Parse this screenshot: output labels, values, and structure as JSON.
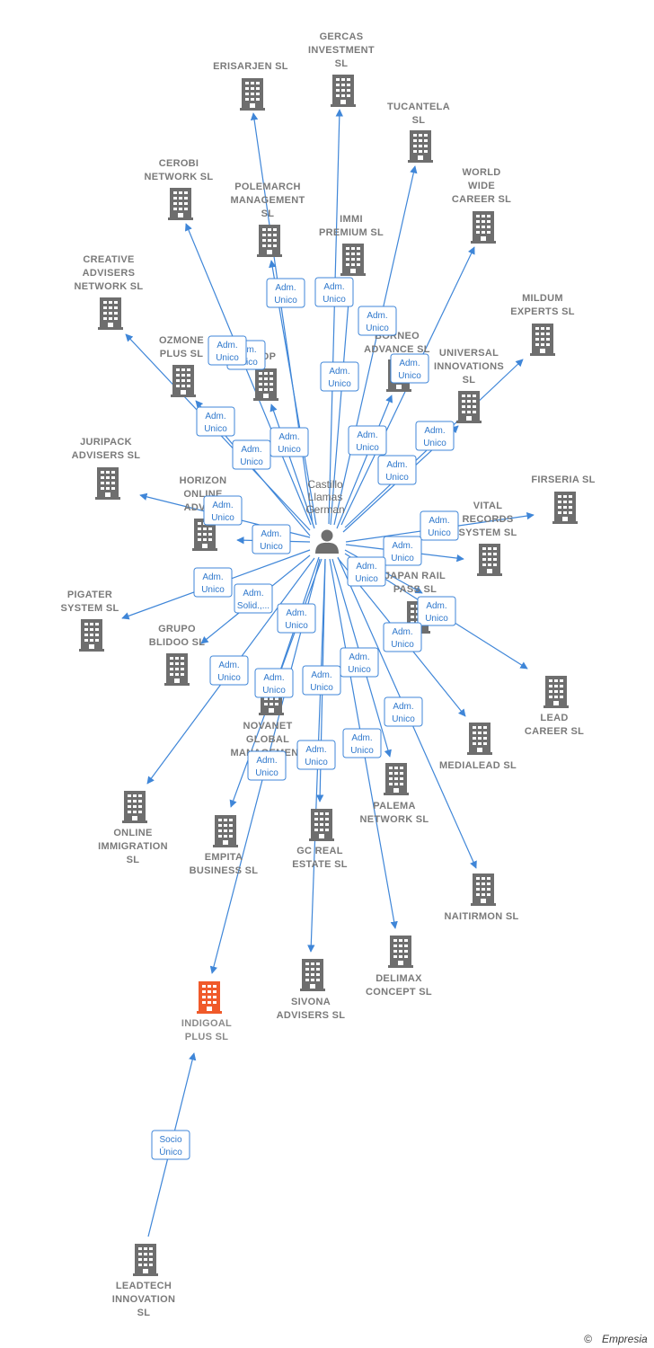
{
  "colors": {
    "edge": "#3f86d8",
    "building": "#6e6e6e",
    "building_highlight": "#f05a2a",
    "person": "#6e6e6e",
    "label": "#7a7a7a"
  },
  "icons": {
    "company": "building-icon",
    "person": "person-icon",
    "copyright": "copyright-icon"
  },
  "person": {
    "name_lines": [
      "Castillo",
      "Llamas",
      "German"
    ]
  },
  "companies": [
    {
      "id": "erisarjen",
      "label_lines": [
        "ERISARJEN  SL"
      ],
      "role_lines": [
        "Adm.",
        "Unico"
      ]
    },
    {
      "id": "gercas",
      "label_lines": [
        "GERCAS",
        "INVESTMENT",
        "SL"
      ],
      "role_lines": [
        "Adm.",
        "Unico"
      ]
    },
    {
      "id": "tucantela",
      "label_lines": [
        "TUCANTELA",
        "SL"
      ],
      "role_lines": [
        "Adm.",
        "Unico"
      ]
    },
    {
      "id": "cerobi",
      "label_lines": [
        "CEROBI",
        "NETWORK  SL"
      ],
      "role_lines": [
        "Adm.",
        "Unico"
      ]
    },
    {
      "id": "polemarch",
      "label_lines": [
        "POLEMARCH",
        "MANAGEMENT",
        "SL"
      ],
      "role_lines": [
        "Adm.",
        "Unico"
      ]
    },
    {
      "id": "immi",
      "label_lines": [
        "IMMI",
        "PREMIUM  SL"
      ],
      "role_lines": [
        "Adm.",
        "Unico"
      ]
    },
    {
      "id": "worldwide",
      "label_lines": [
        "WORLD",
        "WIDE",
        "CAREER  SL"
      ],
      "role_lines": [
        "Adm.",
        "Unico"
      ]
    },
    {
      "id": "creative",
      "label_lines": [
        "CREATIVE",
        "ADVISERS",
        "NETWORK  SL"
      ],
      "role_lines": [
        "Adm.",
        "Unico"
      ]
    },
    {
      "id": "mildum",
      "label_lines": [
        "MILDUM",
        "EXPERTS  SL"
      ],
      "role_lines": [
        "Adm.",
        "Unico"
      ]
    },
    {
      "id": "ozmone",
      "label_lines": [
        "OZMONE",
        "PLUS  SL"
      ],
      "role_lines": [
        "Adm.",
        "Unico"
      ]
    },
    {
      "id": "op_hidden",
      "label_lines": [
        "OP"
      ],
      "role_lines": [
        "Adm.",
        "Unico"
      ]
    },
    {
      "id": "borneo",
      "label_lines": [
        "BORNEO",
        "ADVANCE  SL"
      ],
      "role_lines": [
        "Adm.",
        "Unico"
      ]
    },
    {
      "id": "universal",
      "label_lines": [
        "UNIVERSAL",
        "INNOVATIONS",
        "SL"
      ],
      "role_lines": [
        "Adm.",
        "Unico"
      ]
    },
    {
      "id": "juripack",
      "label_lines": [
        "JURIPACK",
        "ADVISERS  SL"
      ],
      "role_lines": [
        "Adm.",
        "Unico"
      ]
    },
    {
      "id": "horizon",
      "label_lines": [
        "HORIZON",
        "ONLINE",
        "ADVISE"
      ],
      "role_lines": [
        "Adm.",
        "Unico"
      ]
    },
    {
      "id": "firseria",
      "label_lines": [
        "FIRSERIA SL"
      ],
      "role_lines": [
        "Adm.",
        "Unico"
      ]
    },
    {
      "id": "vital",
      "label_lines": [
        "VITAL",
        "RECORDS",
        "SYSTEM  SL"
      ],
      "role_lines": [
        "Adm.",
        "Unico"
      ]
    },
    {
      "id": "japanrail",
      "label_lines": [
        "JAPAN RAIL",
        "PASS  SL"
      ],
      "role_lines": [
        "Adm.",
        "Unico"
      ]
    },
    {
      "id": "pigater",
      "label_lines": [
        "PIGATER",
        "SYSTEM  SL"
      ],
      "role_lines": [
        "Adm.",
        "Unico"
      ]
    },
    {
      "id": "grupoblidoo",
      "label_lines": [
        "GRUPO",
        "BLIDOO  SL"
      ],
      "role_lines": [
        "Adm.",
        "Solid.,..."
      ]
    },
    {
      "id": "leadcareer",
      "label_lines": [
        "LEAD",
        "CAREER  SL"
      ],
      "role_lines": [
        "Adm.",
        "Unico"
      ]
    },
    {
      "id": "novanet",
      "label_lines": [
        "NOVANET",
        "GLOBAL",
        "MANAGEMENT"
      ],
      "role_lines": [
        "Adm.",
        "Unico"
      ]
    },
    {
      "id": "medialead",
      "label_lines": [
        "MEDIALEAD  SL"
      ],
      "role_lines": [
        "Adm.",
        "Unico"
      ]
    },
    {
      "id": "online",
      "label_lines": [
        "ONLINE",
        "IMMIGRATION",
        "SL"
      ],
      "role_lines": [
        "Adm.",
        "Unico"
      ]
    },
    {
      "id": "empita",
      "label_lines": [
        "EMPITA",
        "BUSINESS  SL"
      ],
      "role_lines": [
        "Adm.",
        "Unico"
      ]
    },
    {
      "id": "gcreal",
      "label_lines": [
        "GC REAL",
        "ESTATE  SL"
      ],
      "role_lines": [
        "Adm.",
        "Unico"
      ]
    },
    {
      "id": "palema",
      "label_lines": [
        "PALEMA",
        "NETWORK  SL"
      ],
      "role_lines": [
        "Adm.",
        "Unico"
      ]
    },
    {
      "id": "naitirmon",
      "label_lines": [
        "NAITIRMON  SL"
      ],
      "role_lines": [
        "Adm.",
        "Unico"
      ]
    },
    {
      "id": "delimax",
      "label_lines": [
        "DELIMAX",
        "CONCEPT  SL"
      ],
      "role_lines": [
        "Adm.",
        "Unico"
      ]
    },
    {
      "id": "sivona",
      "label_lines": [
        "SIVONA",
        "ADVISERS  SL"
      ],
      "role_lines": [
        "Adm.",
        "Unico"
      ]
    },
    {
      "id": "indigoal",
      "label_lines": [
        "INDIGOAL",
        "PLUS  SL"
      ],
      "role_lines": [
        "Adm.",
        "Unico"
      ],
      "highlight": true
    },
    {
      "id": "leadtech",
      "label_lines": [
        "LEADTECH",
        "INNOVATION",
        "SL"
      ],
      "role_lines": [
        "Socio",
        "Único"
      ]
    }
  ],
  "brand": {
    "copyright_symbol": "©",
    "name": "Empresia"
  }
}
